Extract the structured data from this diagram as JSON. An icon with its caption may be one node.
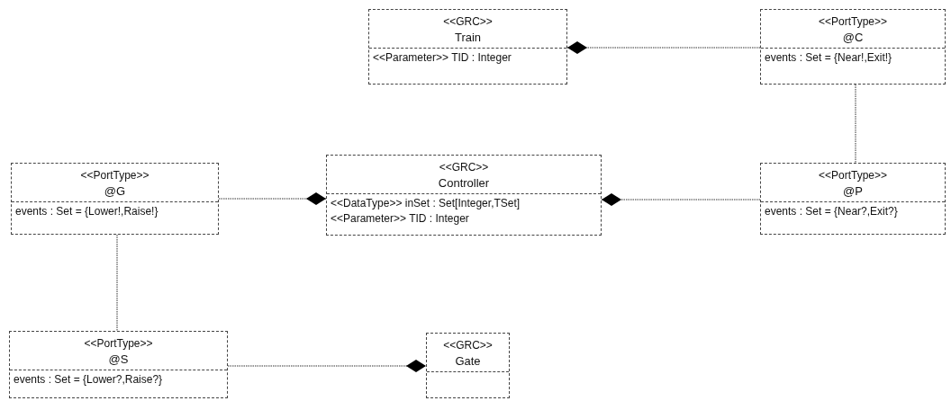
{
  "diagram": {
    "nodes": [
      {
        "text": [
          "<<GRC>>",
          "Train",
          "<<Parameter>> TID : Integer"
        ]
      },
      {
        "text": [
          "<<PortType>>",
          "@C",
          "events : Set = {Near!,Exit!}"
        ]
      },
      {
        "text": [
          "<<PortType>>",
          "@G",
          "events : Set = {Lower!,Raise!}"
        ]
      },
      {
        "text": [
          "<<GRC>>",
          "Controller",
          "<<DataType>> inSet : Set[Integer,TSet]",
          "<<Parameter>> TID : Integer"
        ]
      },
      {
        "text": [
          "<<PortType>>",
          "@P",
          "events : Set = {Near?,Exit?}"
        ]
      },
      {
        "text": [
          "<<PortType>>",
          "@S",
          "events : Set = {Lower?,Raise?}"
        ]
      },
      {
        "text": [
          "<<GRC>>",
          "Gate"
        ]
      }
    ],
    "edges": [
      {
        "from": 1,
        "to": 0,
        "arrow": "other"
      },
      {
        "from": 1,
        "to": 4,
        "arrow": "none"
      },
      {
        "from": 2,
        "to": 3,
        "arrow": "other"
      },
      {
        "from": 4,
        "to": 3,
        "arrow": "other"
      },
      {
        "from": 2,
        "to": 5,
        "arrow": "none"
      },
      {
        "from": 5,
        "to": 6,
        "arrow": "other"
      }
    ]
  }
}
